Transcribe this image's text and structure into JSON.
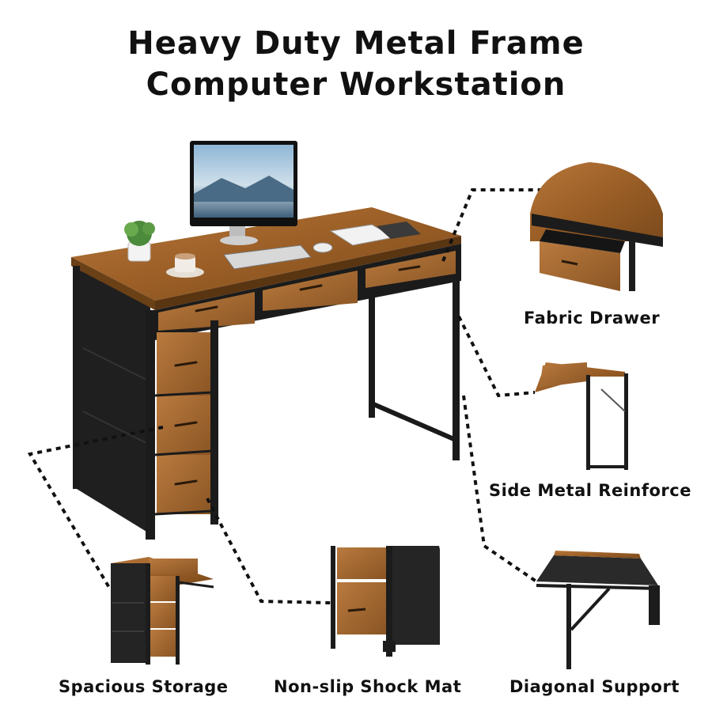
{
  "header": {
    "title_line1": "Heavy Duty Metal Frame",
    "title_line2": "Computer Workstation"
  },
  "features": [
    {
      "label": "Fabric Drawer",
      "icon": "drawer-detail-icon"
    },
    {
      "label": "Side Metal Reinforce",
      "icon": "side-frame-icon"
    },
    {
      "label": "Diagonal Support",
      "icon": "diagonal-brace-icon"
    },
    {
      "label": "Non-slip Shock Mat",
      "icon": "foot-pad-icon"
    },
    {
      "label": "Spacious Storage",
      "icon": "storage-tower-icon"
    }
  ],
  "colors": {
    "wood": "#a0652a",
    "wood_dark": "#7a4a1c",
    "metal": "#1c1c1c",
    "fabric": "#2a2a2a",
    "background": "#ffffff"
  }
}
